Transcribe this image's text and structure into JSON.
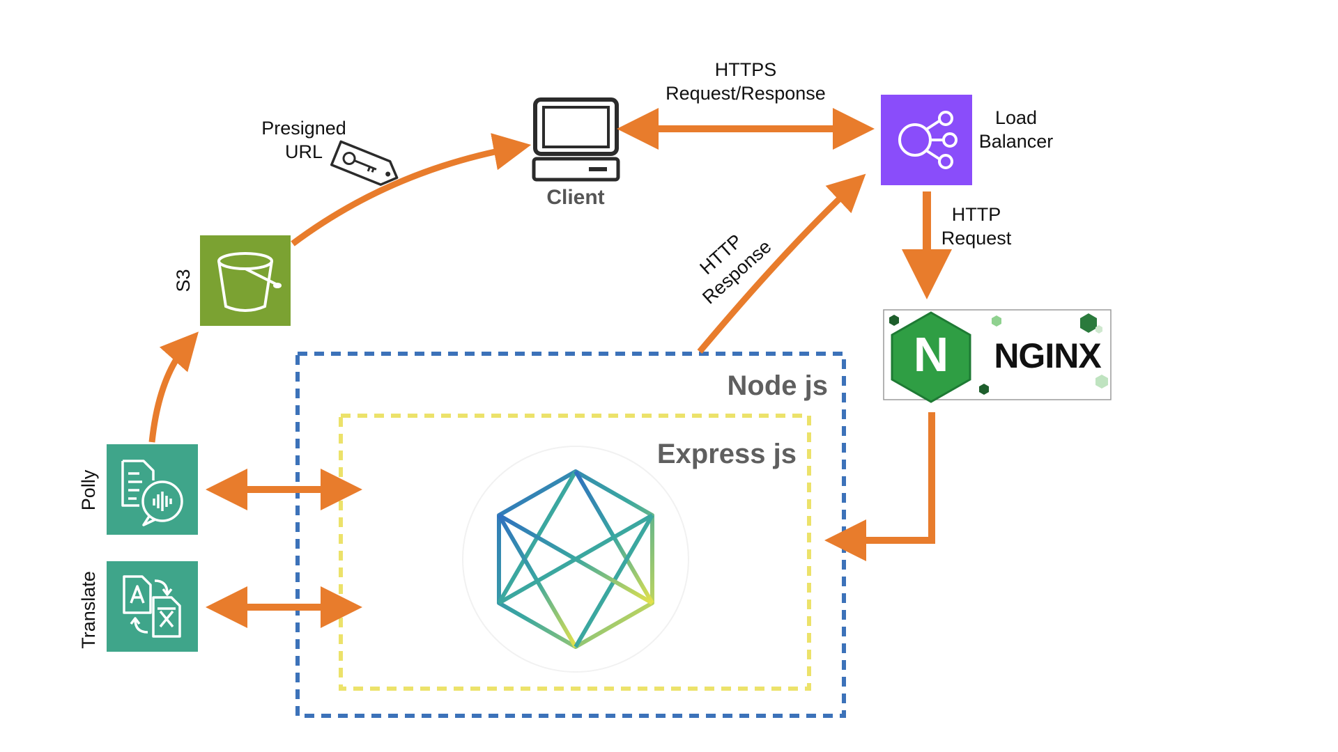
{
  "labels": {
    "https_line1": "HTTPS",
    "https_line2": "Request/Response",
    "presigned_line1": "Presigned",
    "presigned_line2": "URL",
    "client": "Client",
    "load_balancer_line1": "Load",
    "load_balancer_line2": "Balancer",
    "http_request_line1": "HTTP",
    "http_request_line2": "Request",
    "http_response_line1": "HTTP",
    "http_response_line2": "Response",
    "s3": "S3",
    "polly": "Polly",
    "translate": "Translate",
    "node_js": "Node js",
    "express_js": "Express js",
    "nginx": "NGINX",
    "nginx_letter": "N"
  },
  "colors": {
    "arrow": "#e87c2c",
    "s3": "#7ba232",
    "load_balancer": "#8a4dfa",
    "polly": "#3fa58a",
    "translate": "#3fa58a",
    "node_border": "#3c72b9",
    "express_border": "#ece26a",
    "nginx_green": "#2f9e44"
  },
  "icons": {
    "client": "laptop-monitor-icon",
    "s3": "bucket-icon",
    "load_balancer": "load-balancer-icon",
    "polly": "text-to-speech-icon",
    "translate": "translate-icon",
    "presigned_url": "tag-key-icon",
    "express": "hexagon-network-icon",
    "nginx": "nginx-logo"
  }
}
